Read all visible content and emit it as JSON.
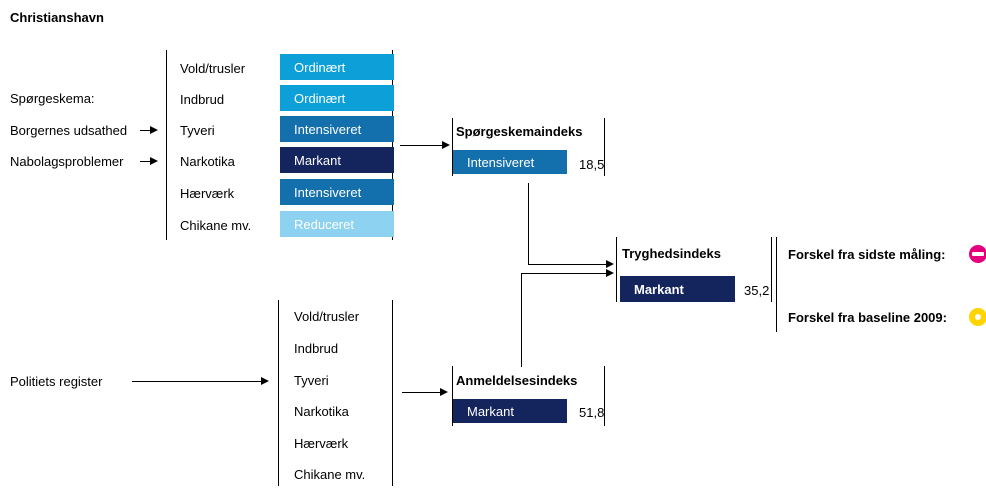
{
  "title": "Christianshavn",
  "left_labels": {
    "questionnaire": "Spørgeskema:",
    "exposure": "Borgernes udsathed",
    "neighborhood": "Nabolagsproblemer",
    "police": "Politiets register"
  },
  "survey": [
    {
      "label": "Vold/trusler",
      "status": "Ordinært",
      "color": "#0da0d8"
    },
    {
      "label": "Indbrud",
      "status": "Ordinært",
      "color": "#0da0d8"
    },
    {
      "label": "Tyveri",
      "status": "Intensiveret",
      "color": "#1470ad"
    },
    {
      "label": "Narkotika",
      "status": "Markant",
      "color": "#14245c"
    },
    {
      "label": "Hærværk",
      "status": "Intensiveret",
      "color": "#1470ad"
    },
    {
      "label": "Chikane mv.",
      "status": "Reduceret",
      "color": "#8dd2f0"
    }
  ],
  "police": [
    "Vold/trusler",
    "Indbrud",
    "Tyveri",
    "Narkotika",
    "Hærværk",
    "Chikane mv."
  ],
  "indexes": {
    "survey": {
      "title": "Spørgeskemaindeks",
      "status": "Intensiveret",
      "value": "18,5",
      "color": "#1470ad"
    },
    "safety": {
      "title": "Tryghedsindeks",
      "status": "Markant",
      "value": "35,2",
      "color": "#14245c"
    },
    "report": {
      "title": "Anmeldelsesindeks",
      "status": "Markant",
      "value": "51,8",
      "color": "#14245c"
    }
  },
  "differences": {
    "last": {
      "label": "Forskel fra sidste måling:",
      "icon": "minus-circle-icon",
      "color": "#e5007e"
    },
    "baseline": {
      "label": "Forskel fra baseline 2009:",
      "icon": "dot-circle-icon",
      "color": "#ffd400"
    }
  }
}
